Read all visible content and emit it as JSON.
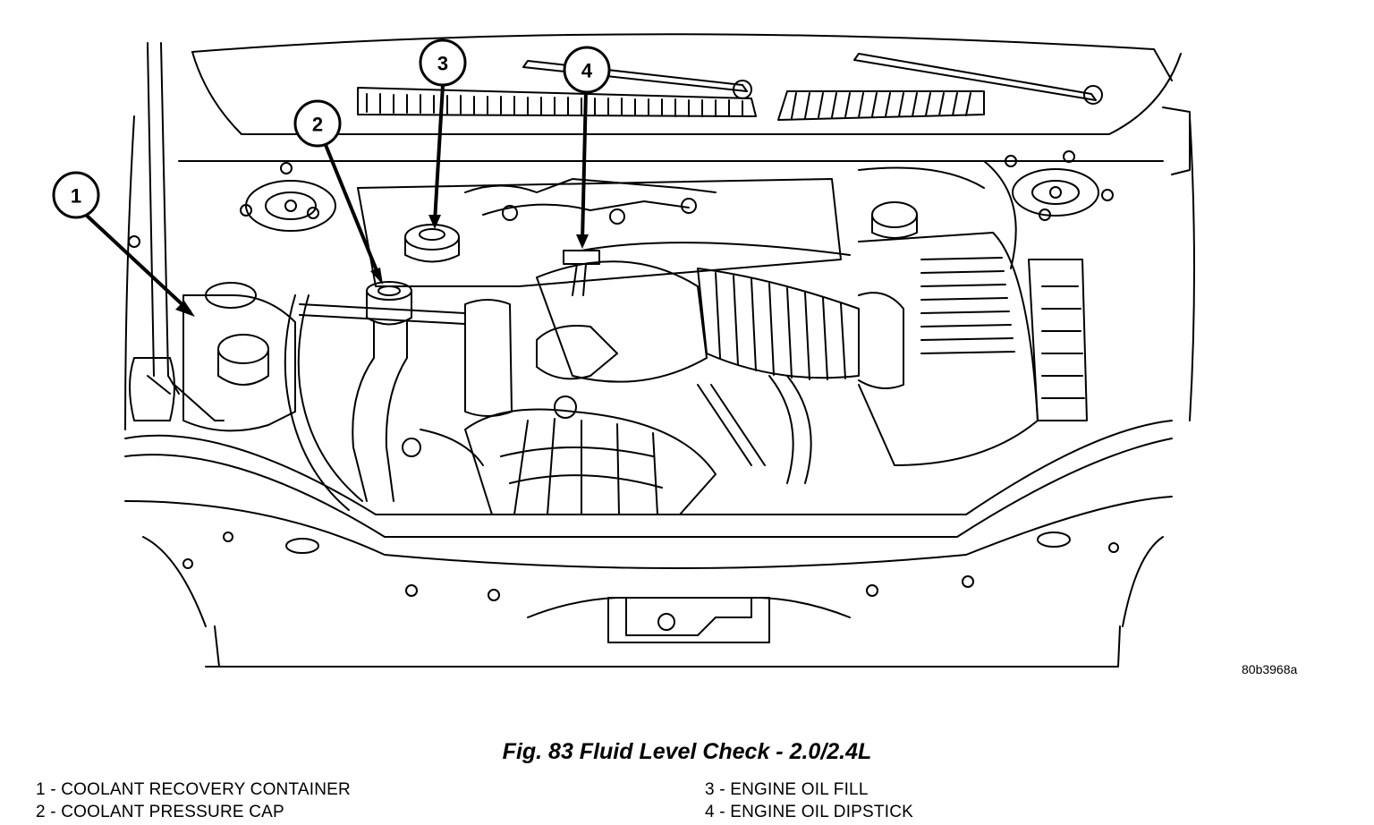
{
  "figure": {
    "code": "80b3968a",
    "caption": "Fig. 83 Fluid Level Check - 2.0/2.4L",
    "callouts": [
      {
        "number": "1"
      },
      {
        "number": "2"
      },
      {
        "number": "3"
      },
      {
        "number": "4"
      }
    ],
    "legend": [
      {
        "text": "1 - COOLANT RECOVERY CONTAINER"
      },
      {
        "text": "2 - COOLANT PRESSURE CAP"
      },
      {
        "text": "3 - ENGINE OIL FILL"
      },
      {
        "text": "4 - ENGINE OIL DIPSTICK"
      }
    ]
  },
  "colors": {
    "line": "#000000",
    "background": "#ffffff"
  }
}
